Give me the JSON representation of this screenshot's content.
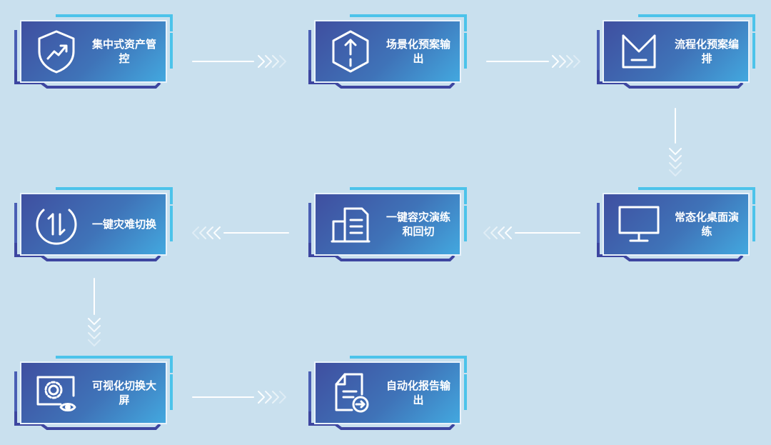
{
  "steps": [
    {
      "label": "集中式资产管控",
      "icon": "shield-trend-icon"
    },
    {
      "label": "场景化预案输出",
      "icon": "box-upload-icon"
    },
    {
      "label": "流程化预案编排",
      "icon": "tray-icon"
    },
    {
      "label": "常态化桌面演练",
      "icon": "monitor-icon"
    },
    {
      "label": "一键容灾演练和回切",
      "icon": "buildings-icon"
    },
    {
      "label": "一键灾难切换",
      "icon": "switch-arrows-icon"
    },
    {
      "label": "可视化切换大屏",
      "icon": "screen-gear-eye-icon"
    },
    {
      "label": "自动化报告输出",
      "icon": "document-arrow-icon"
    }
  ],
  "colors": {
    "background": "#c9e0ee",
    "card_dark": "#3f4fa0",
    "card_light": "#43a8df",
    "deco_cyan": "#4cc3ea",
    "connector": "#ffffff"
  }
}
